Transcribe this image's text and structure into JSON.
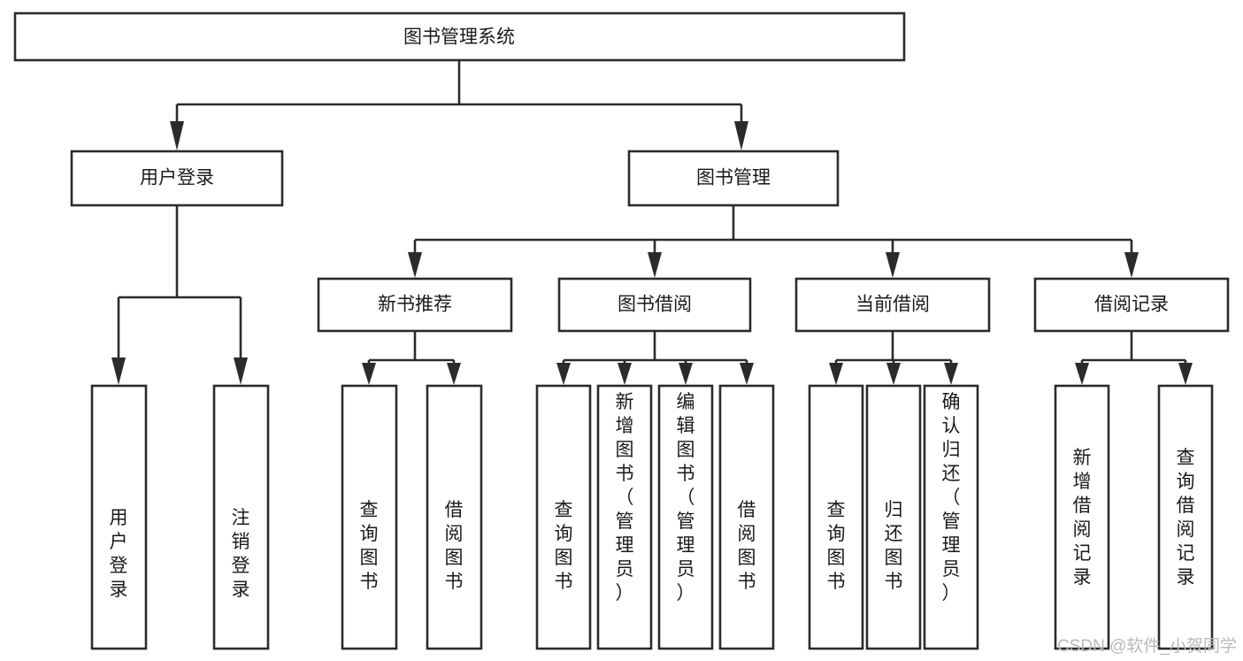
{
  "diagram": {
    "title_node": {
      "id": "root",
      "label": "图书管理系统"
    },
    "level1": [
      {
        "id": "login",
        "label": "用户登录"
      },
      {
        "id": "bookmgmt",
        "label": "图书管理"
      }
    ],
    "level2": [
      {
        "id": "newbook",
        "label": "新书推荐"
      },
      {
        "id": "borrow",
        "label": "图书借阅"
      },
      {
        "id": "current",
        "label": "当前借阅"
      },
      {
        "id": "records",
        "label": "借阅记录"
      }
    ],
    "leaves": {
      "login": [
        {
          "id": "leaf-user-login",
          "label": "用户登录"
        },
        {
          "id": "leaf-logout",
          "label": "注销登录"
        }
      ],
      "newbook": [
        {
          "id": "leaf-query-book-1",
          "label": "查询图书"
        },
        {
          "id": "leaf-borrow-book-1",
          "label": "借阅图书"
        }
      ],
      "borrow": [
        {
          "id": "leaf-query-book-2",
          "label": "查询图书"
        },
        {
          "id": "leaf-add-book",
          "label": "新增图书（管理员）"
        },
        {
          "id": "leaf-edit-book",
          "label": "编辑图书（管理员）"
        },
        {
          "id": "leaf-borrow-book-2",
          "label": "借阅图书"
        }
      ],
      "current": [
        {
          "id": "leaf-query-book-3",
          "label": "查询图书"
        },
        {
          "id": "leaf-return-book",
          "label": "归还图书"
        },
        {
          "id": "leaf-confirm-return",
          "label": "确认归还（管理员）"
        }
      ],
      "records": [
        {
          "id": "leaf-add-record",
          "label": "新增借阅记录"
        },
        {
          "id": "leaf-query-record",
          "label": "查询借阅记录"
        }
      ]
    }
  },
  "watermark": {
    "text": "CSDN @软件_小贺同学"
  },
  "colors": {
    "stroke": "#2b2b2b",
    "box_fill": "#ffffff",
    "text": "#1a1a1a",
    "watermark": "#b9b9b9",
    "page_background": "#ffffff"
  }
}
